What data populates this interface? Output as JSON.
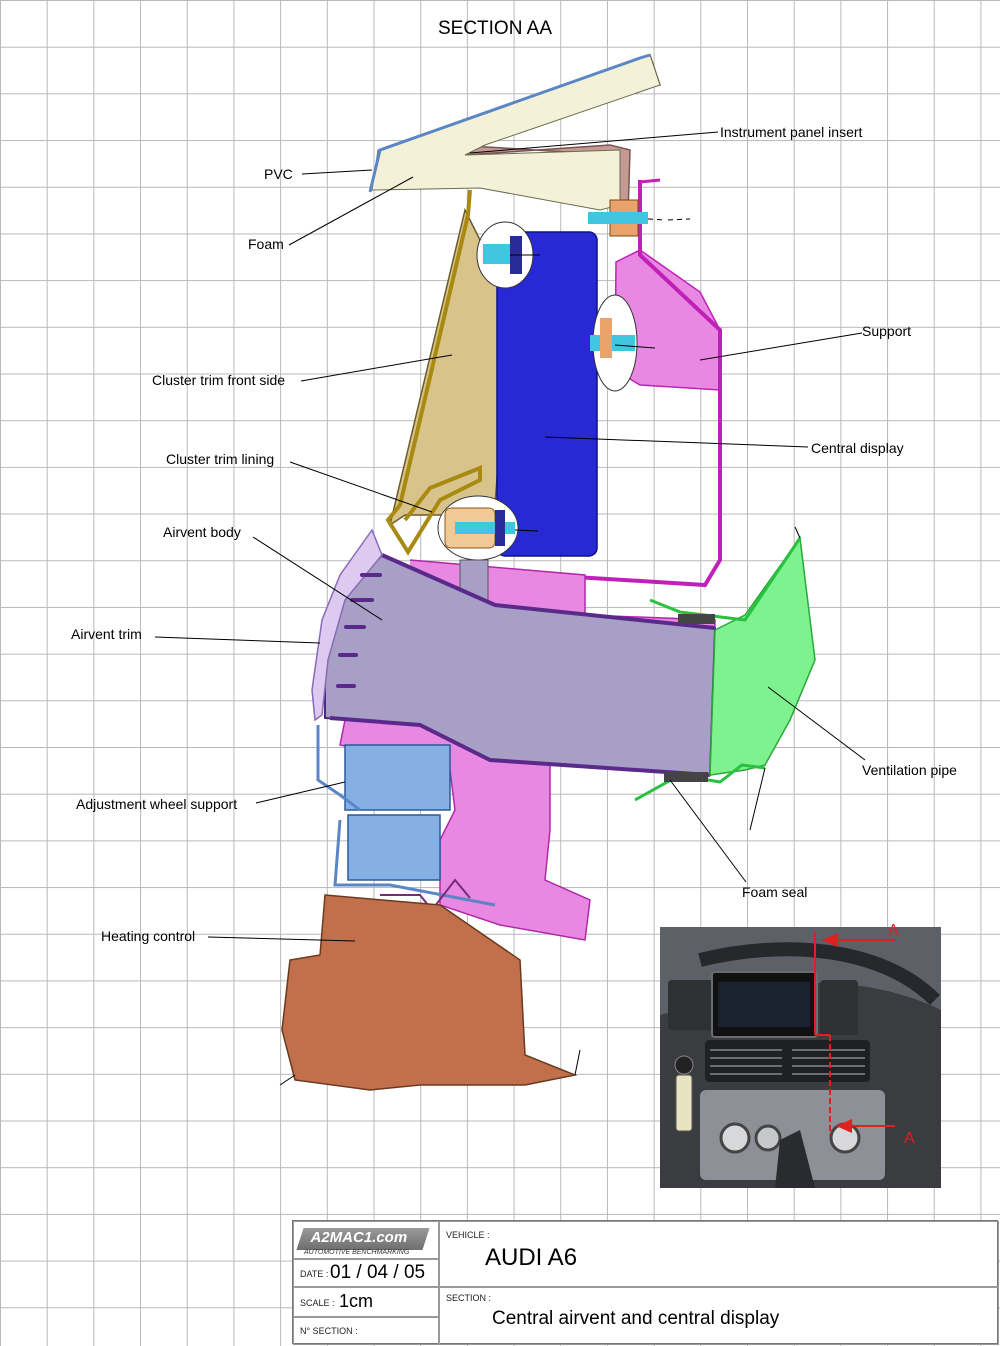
{
  "title": "SECTION AA",
  "labels": {
    "pvc": "PVC",
    "foam": "Foam",
    "instrument_panel_insert": "Instrument panel insert",
    "support": "Support",
    "central_display": "Central display",
    "cluster_trim_front_side": "Cluster trim front side",
    "cluster_trim_lining": "Cluster trim lining",
    "airvent_body": "Airvent body",
    "airvent_trim": "Airvent trim",
    "ventilation_pipe": "Ventilation pipe",
    "adjustment_wheel_support": "Adjustment wheel support",
    "foam_seal": "Foam seal",
    "heating_control": "Heating control"
  },
  "inset": {
    "section_marker_top": "A",
    "section_marker_bottom": "A"
  },
  "title_block": {
    "logo": "A2MAC1.com",
    "logo_sub": "AUTOMOTIVE BENCHMARKING",
    "date_label": "DATE :",
    "date": "01 / 04 / 05",
    "scale_label": "SCALE :",
    "scale": "1cm",
    "section_no_label": "N° SECTION :",
    "vehicle_label": "VEHICLE :",
    "vehicle": "AUDI A6",
    "section_label": "SECTION :",
    "section": "Central airvent and central display"
  },
  "colors": {
    "pvc": "#5a86c6",
    "foam": "#f3f2d8",
    "instrument_panel_insert": "#c49a92",
    "support": "#e888e2",
    "support_edge": "#c020b8",
    "central_display": "#2828d4",
    "cluster_trim_front_side": "#d8c48a",
    "cluster_trim_lining": "#a88a10",
    "airvent_body": "#a89fc6",
    "airvent_trim": "#dccaf0",
    "ventilation_pipe": "#7ef28e",
    "adjustment_wheel_support": "#86b0e4",
    "heating_control": "#c2704c",
    "section_marker": "#e02020"
  }
}
